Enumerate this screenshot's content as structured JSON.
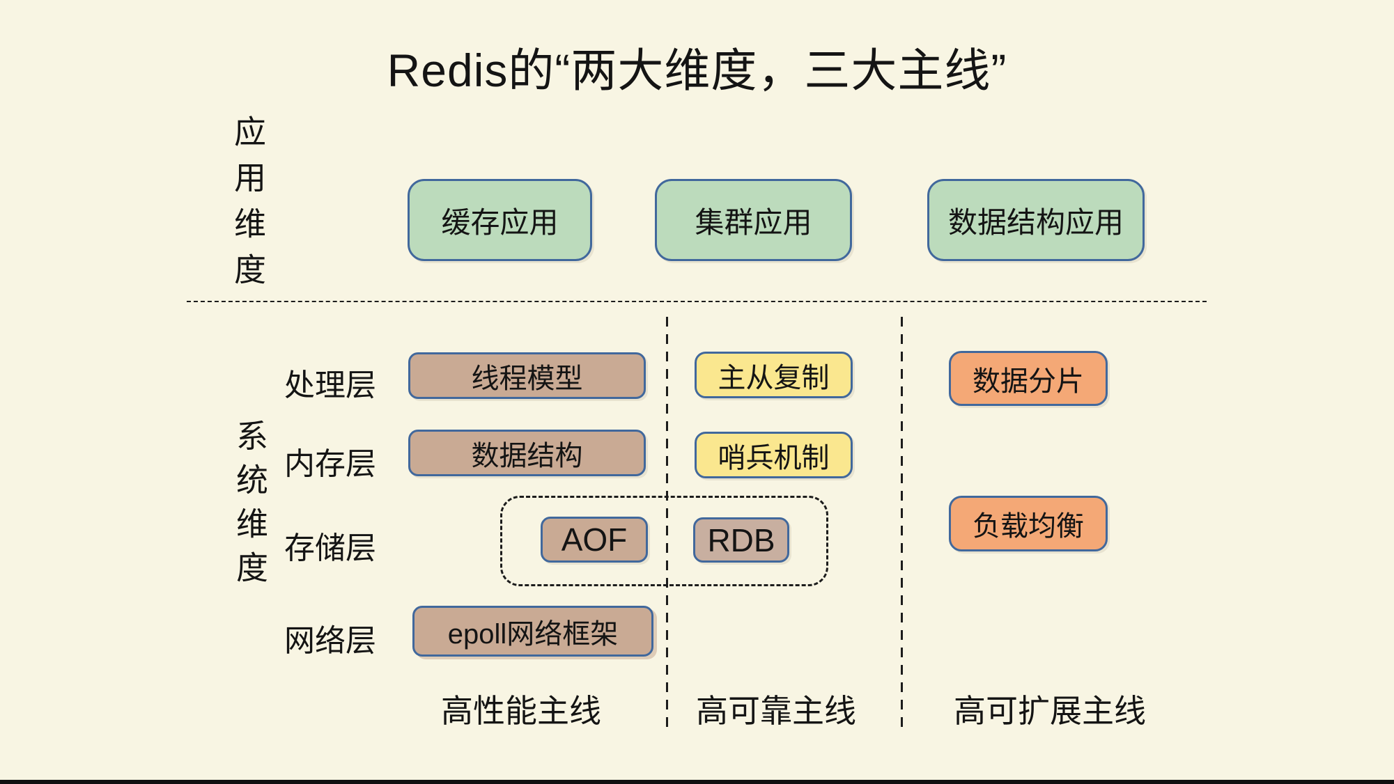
{
  "title": "Redis的“两大维度，三大主线”",
  "app_dimension": {
    "label": "应用维度",
    "boxes": [
      {
        "label": "缓存应用"
      },
      {
        "label": "集群应用"
      },
      {
        "label": "数据结构应用"
      }
    ]
  },
  "system_dimension": {
    "label": "系统维度",
    "layers": [
      {
        "label": "处理层"
      },
      {
        "label": "内存层"
      },
      {
        "label": "存储层"
      },
      {
        "label": "网络层"
      }
    ]
  },
  "modules": {
    "thread_model": "线程模型",
    "data_structure": "数据结构",
    "aof": "AOF",
    "epoll": "epoll网络框架",
    "master_slave": "主从复制",
    "sentinel": "哨兵机制",
    "rdb": "RDB",
    "sharding": "数据分片",
    "load_balancing": "负载均衡"
  },
  "mainlines": [
    {
      "label": "高性能主线"
    },
    {
      "label": "高可靠主线"
    },
    {
      "label": "高可扩展主线"
    }
  ],
  "colors": {
    "background": "#f8f5e3",
    "green_fill": "#bcdbbc",
    "yellow_fill": "#fae78f",
    "brown_fill": "#c9aa94",
    "rdb_fill": "#c8afa0",
    "orange_fill": "#f4a876",
    "box_border": "#41689c",
    "dash_line": "#1c1c1c",
    "text": "#141414"
  }
}
